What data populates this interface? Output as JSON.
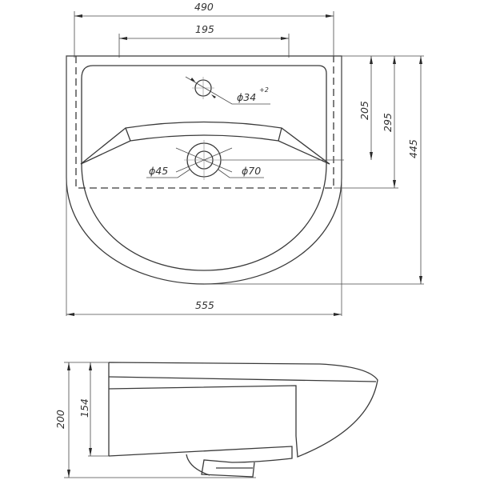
{
  "drawing": {
    "type": "technical-drawing",
    "subject": "washbasin",
    "views": [
      "top-view",
      "side-view"
    ],
    "colors": {
      "line": "#3a3a3a",
      "background": "#ffffff"
    }
  },
  "top_view": {
    "dimensions": {
      "overall_width_outer": "490",
      "faucet_mount_width": "195",
      "faucet_hole_diameter": "ϕ34",
      "faucet_hole_tolerance": "+2",
      "drain_inner_diameter": "ϕ45",
      "drain_outer_diameter": "ϕ70",
      "depth_to_drain": "205",
      "depth_to_mount_line": "295",
      "overall_depth": "445",
      "overall_width": "555"
    }
  },
  "side_view": {
    "dimensions": {
      "overall_height": "200",
      "body_height": "154"
    }
  }
}
